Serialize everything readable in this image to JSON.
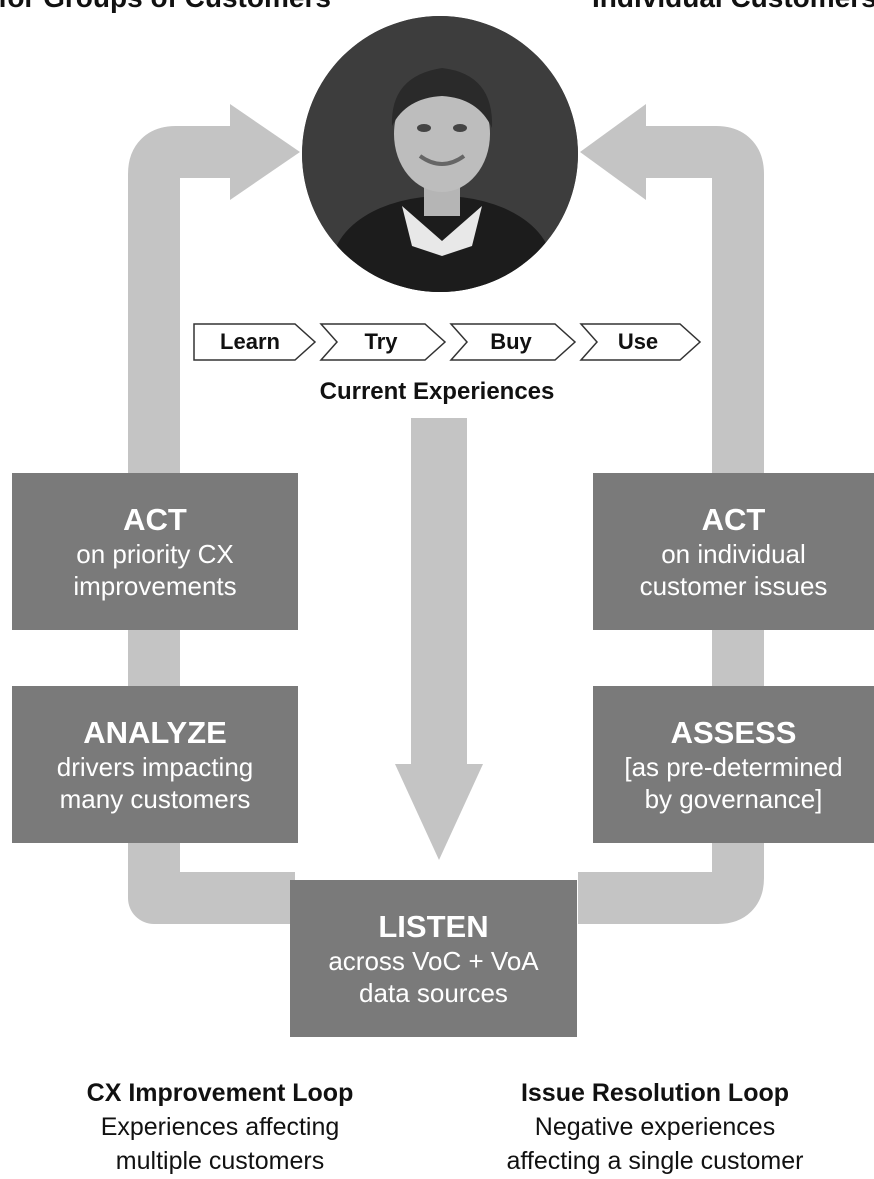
{
  "top_labels": {
    "left": "for Groups of Customers",
    "right": "Individual Customers"
  },
  "journey": {
    "steps": [
      "Learn",
      "Try",
      "Buy",
      "Use"
    ],
    "caption": "Current Experiences"
  },
  "left_loop": {
    "act": {
      "title": "ACT",
      "subtitle": "on priority CX\nimprovements"
    },
    "analyze": {
      "title": "ANALYZE",
      "subtitle": "drivers impacting\nmany customers"
    }
  },
  "right_loop": {
    "act": {
      "title": "ACT",
      "subtitle": "on individual\ncustomer issues"
    },
    "assess": {
      "title": "ASSESS",
      "subtitle": "[as pre-determined\nby governance]"
    }
  },
  "listen": {
    "title": "LISTEN",
    "subtitle": "across VoC + VoA\ndata sources"
  },
  "captions": {
    "cx": {
      "title": "CX Improvement Loop",
      "desc": "Experiences affecting\nmultiple customers"
    },
    "issue": {
      "title": "Issue Resolution Loop",
      "desc": "Negative experiences\naffecting a single customer"
    }
  },
  "colors": {
    "arrow": "#c4c4c4",
    "box": "#7a7a7a",
    "box_text": "#ffffff"
  },
  "icons": {
    "avatar": "person-photo"
  }
}
